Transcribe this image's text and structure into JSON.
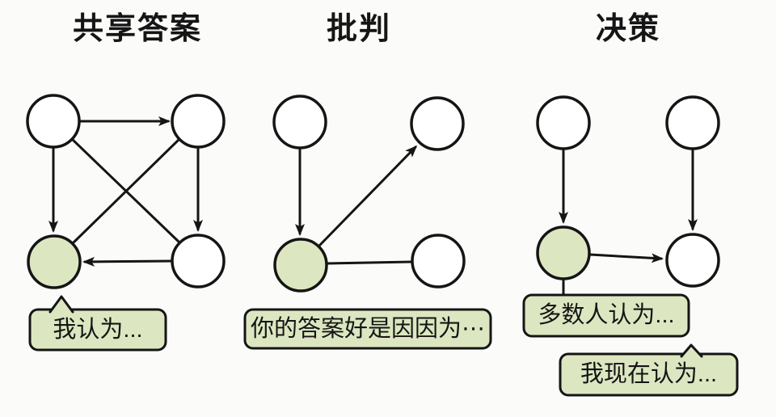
{
  "colors": {
    "background": "#fbfbf9",
    "ink": "#151515",
    "node-default": "#ffffff",
    "node-highlight": "#dce7c1",
    "bubble-fill": "#dce7c1"
  },
  "panels": [
    {
      "title": "共享答案",
      "bubble": {
        "text": "我认为..."
      }
    },
    {
      "title": "批判",
      "bubble": {
        "text": "你的答案好是因因为⋯"
      }
    },
    {
      "title": "决策",
      "bubble_majority": {
        "text": "多数人认为..."
      },
      "bubble_self": {
        "text": "我现在认为..."
      }
    }
  ]
}
